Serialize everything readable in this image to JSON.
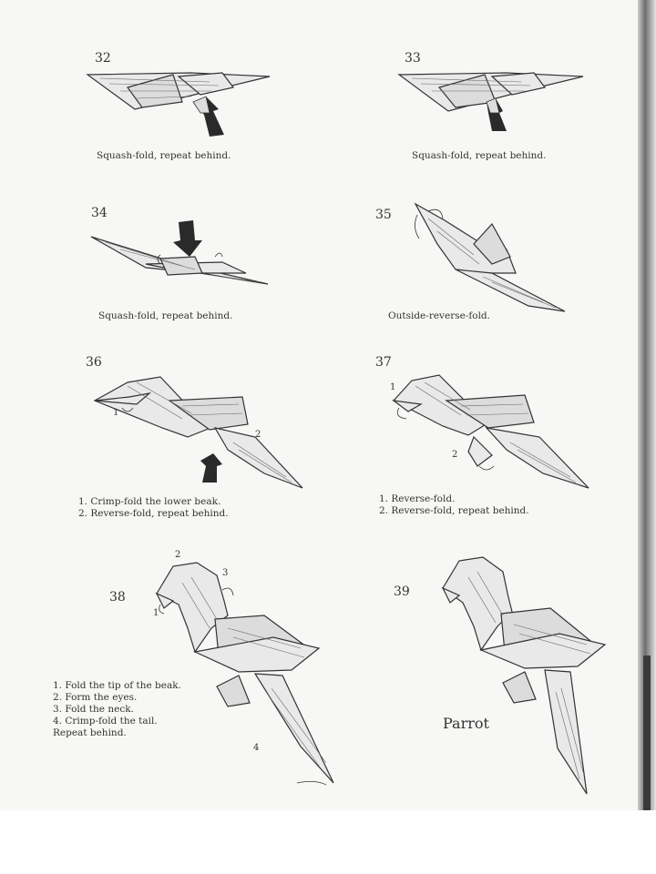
{
  "steps": [
    {
      "number": "32",
      "caption": "Squash-fold, repeat behind."
    },
    {
      "number": "33",
      "caption": "Squash-fold, repeat behind."
    },
    {
      "number": "34",
      "caption": "Squash-fold, repeat behind."
    },
    {
      "number": "35",
      "caption": "Outside-reverse-fold."
    },
    {
      "number": "36",
      "lines": [
        "1. Crimp-fold the lower beak.",
        "2. Reverse-fold, repeat behind."
      ],
      "markers": [
        "1",
        "2"
      ]
    },
    {
      "number": "37",
      "lines": [
        "1. Reverse-fold.",
        "2. Reverse-fold, repeat behind."
      ],
      "markers": [
        "1",
        "2"
      ]
    },
    {
      "number": "38",
      "lines": [
        "1. Fold the tip of the beak.",
        "2. Form the eyes.",
        "3. Fold the neck.",
        "4. Crimp-fold the tail.",
        "Repeat behind."
      ],
      "markers": [
        "1",
        "2",
        "3",
        "4"
      ]
    },
    {
      "number": "39",
      "label": "Parrot"
    }
  ]
}
